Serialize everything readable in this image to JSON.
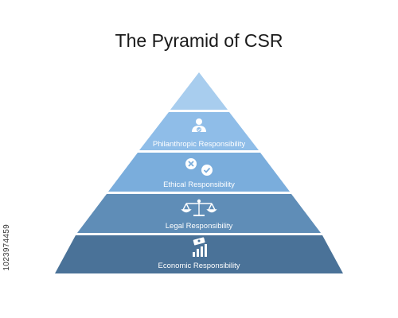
{
  "title": "The Pyramid of CSR",
  "levels": [
    {
      "label": "",
      "icon": "none",
      "color": "#a8cdee"
    },
    {
      "label": "Philanthropic Responsibility",
      "icon": "person-check-icon",
      "color": "#8fbde8"
    },
    {
      "label": "Ethical Responsibility",
      "icon": "cross-check-icon",
      "color": "#7aaddc"
    },
    {
      "label": "Legal Responsibility",
      "icon": "scales-icon",
      "color": "#5f8db7"
    },
    {
      "label": "Economic Responsibility",
      "icon": "money-chart-icon",
      "color": "#4a7298"
    }
  ],
  "watermark_id": "1023974459"
}
